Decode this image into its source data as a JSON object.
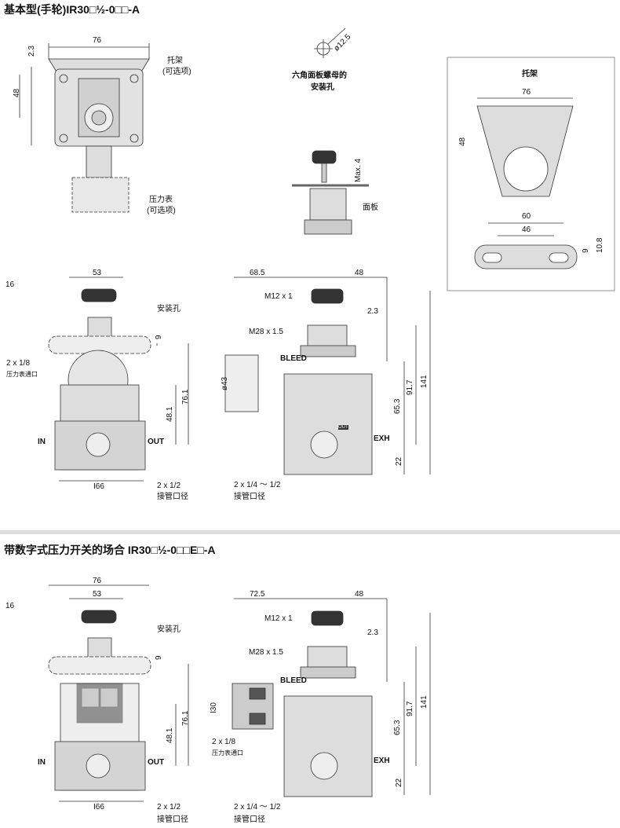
{
  "section1": {
    "title": "基本型(手轮)IR30□½-0□□-A",
    "top_view": {
      "dim_width": "76",
      "dim_offset": "2.3",
      "dim_height": "48",
      "bracket_label": "托架",
      "bracket_optional": "(可选项)",
      "gauge_label": "压力表",
      "gauge_optional": "(可选项)"
    },
    "panel_hole": {
      "diameter": "ø12.5",
      "label_line1": "六角面板螺母的",
      "label_line2": "安装孔",
      "max": "Max. 4",
      "panel_label": "面板"
    },
    "bracket_detail": {
      "title": "托架",
      "dim_76": "76",
      "dim_48": "48",
      "dim_60": "60",
      "dim_46": "46",
      "dim_9": "9",
      "dim_10_8": "10.8"
    },
    "front_view": {
      "dim_53": "53",
      "dim_16": "16",
      "mount_hole": "安装孔",
      "dim_9": "9",
      "gauge_port": "2 x 1/8",
      "gauge_port_label": "压力表通口",
      "dim_76_1": "76.1",
      "dim_48_1": "48.1",
      "in": "IN",
      "out": "OUT",
      "dim_66": "I66",
      "port": "2 x 1/2",
      "port_label": "接管口径"
    },
    "side_view": {
      "dim_68_5": "68.5",
      "dim_48": "48",
      "m12": "M12 x 1",
      "dim_2_3": "2.3",
      "m28": "M28 x 1.5",
      "bleed": "BLEED",
      "dia43": "ø43",
      "dim_91_7": "91.7",
      "dim_141": "141",
      "dim_65_3": "65.3",
      "exh": "EXH",
      "dim_22": "22",
      "port": "2 x 1/4 ～ 1/2",
      "port_label": "接管口径",
      "out_tag": "OUT"
    }
  },
  "section2": {
    "title": "带数字式压力开关的场合 IR30□½-0□□E□-A",
    "front_view": {
      "dim_76": "76",
      "dim_53": "53",
      "dim_16": "16",
      "mount_hole": "安装孔",
      "dim_9": "9",
      "dim_76_1": "76.1",
      "dim_48_1": "48.1",
      "in": "IN",
      "out": "OUT",
      "dim_66": "I66",
      "port": "2 x 1/2",
      "port_label": "接管口径"
    },
    "side_view": {
      "dim_72_5": "72.5",
      "dim_48": "48",
      "m12": "M12 x 1",
      "dim_2_3": "2.3",
      "m28": "M28 x 1.5",
      "bleed": "BLEED",
      "dim_30": "I30",
      "gauge_port": "2 x 1/8",
      "gauge_port_label": "压力表通口",
      "dim_91_7": "91.7",
      "dim_141": "141",
      "dim_65_3": "65.3",
      "exh": "EXH",
      "dim_22": "22",
      "port": "2 x 1/4 ～ 1/2",
      "port_label": "接管口径"
    }
  }
}
